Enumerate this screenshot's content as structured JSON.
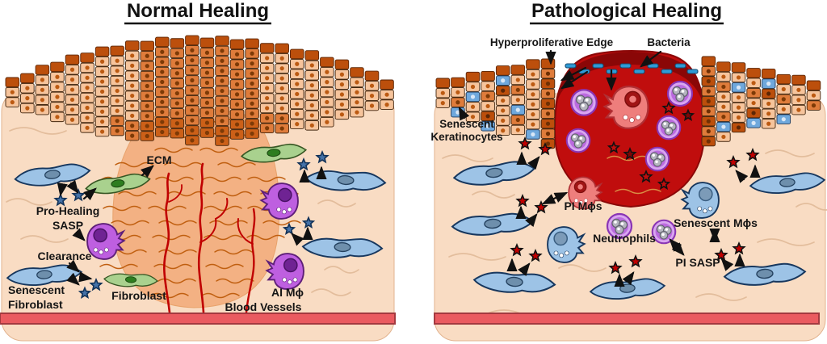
{
  "figure": {
    "left_panel": {
      "title": "Normal Healing",
      "labels": {
        "ecm": "ECM",
        "pro_healing": "Pro-Healing",
        "sasp": "SASP",
        "clearance": "Clearance",
        "senescent_fibroblast_line1": "Senescent",
        "senescent_fibroblast_line2": "Fibroblast",
        "fibroblast": "Fibroblast",
        "ai_macrophage": "AI Mϕ",
        "blood_vessels": "Blood Vessels"
      }
    },
    "right_panel": {
      "title": "Pathological Healing",
      "labels": {
        "hyperproliferative_edge": "Hyperproliferative Edge",
        "bacteria": "Bacteria",
        "senescent_keratinocytes_line1": "Senescent",
        "senescent_keratinocytes_line2": "Keratinocytes",
        "pi_macrophages": "PI Mϕs",
        "neutrophils": "Neutrophils",
        "senescent_macrophages": "Senescent Mϕs",
        "pi_sasp": "PI SASP"
      }
    },
    "colors": {
      "dermis": "#F9DCC3",
      "dermis_fiber": "#E3BD9C",
      "wound_bed": "#F3B183",
      "ecm_fiber": "#C05F10",
      "wound_ecm_fiber": "#D98F45",
      "vessel": "#C00000",
      "bar_fill": "#EA5B60",
      "bar_stroke": "#A43A40",
      "wound_red": "#C00D0D",
      "wound_rim": "#8A0707",
      "bacteria": "#2E9BD6",
      "epidermis_light": "#F6C49C",
      "epidermis_mid": "#DF7C3B",
      "epidermis_mid_dark": "#CC6018",
      "epidermis_dark": "#BC4F0C",
      "keratinocyte_blue": "#6FA8DC",
      "fibroblast_blue": "#9DC3E6",
      "fibroblast_green": "#A9D18E",
      "macrophage_purple": "#BE5FE0",
      "macrophage_pink": "#EE7E7C",
      "neutrophil": "#D9A6F0",
      "star_blue": "#4472A8",
      "star_red": "#C00000"
    }
  }
}
